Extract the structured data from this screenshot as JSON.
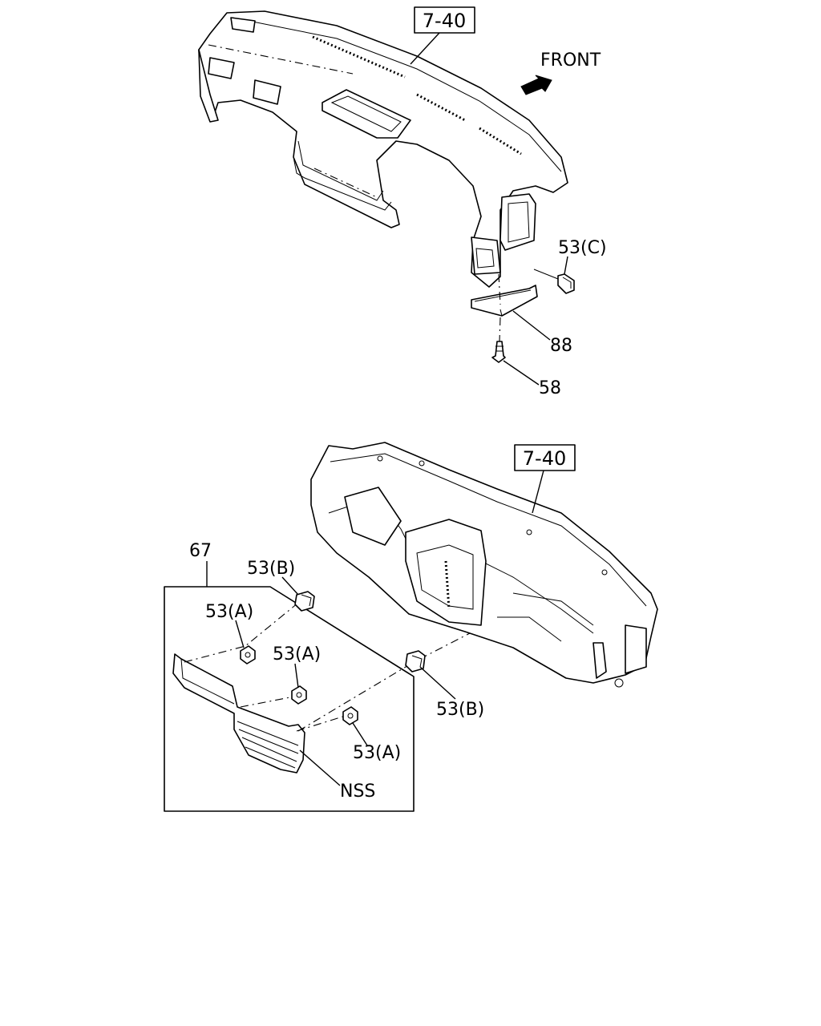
{
  "diagram": {
    "front_label": "FRONT",
    "refs": {
      "upper": "7-40",
      "lower": "7-40"
    },
    "callouts": {
      "c53c": "53(C)",
      "c88": "88",
      "c58": "58",
      "c67": "67",
      "c53b_top": "53(B)",
      "c53a_1": "53(A)",
      "c53a_2": "53(A)",
      "c53a_3": "53(A)",
      "c53b_right": "53(B)",
      "nss": "NSS"
    }
  }
}
